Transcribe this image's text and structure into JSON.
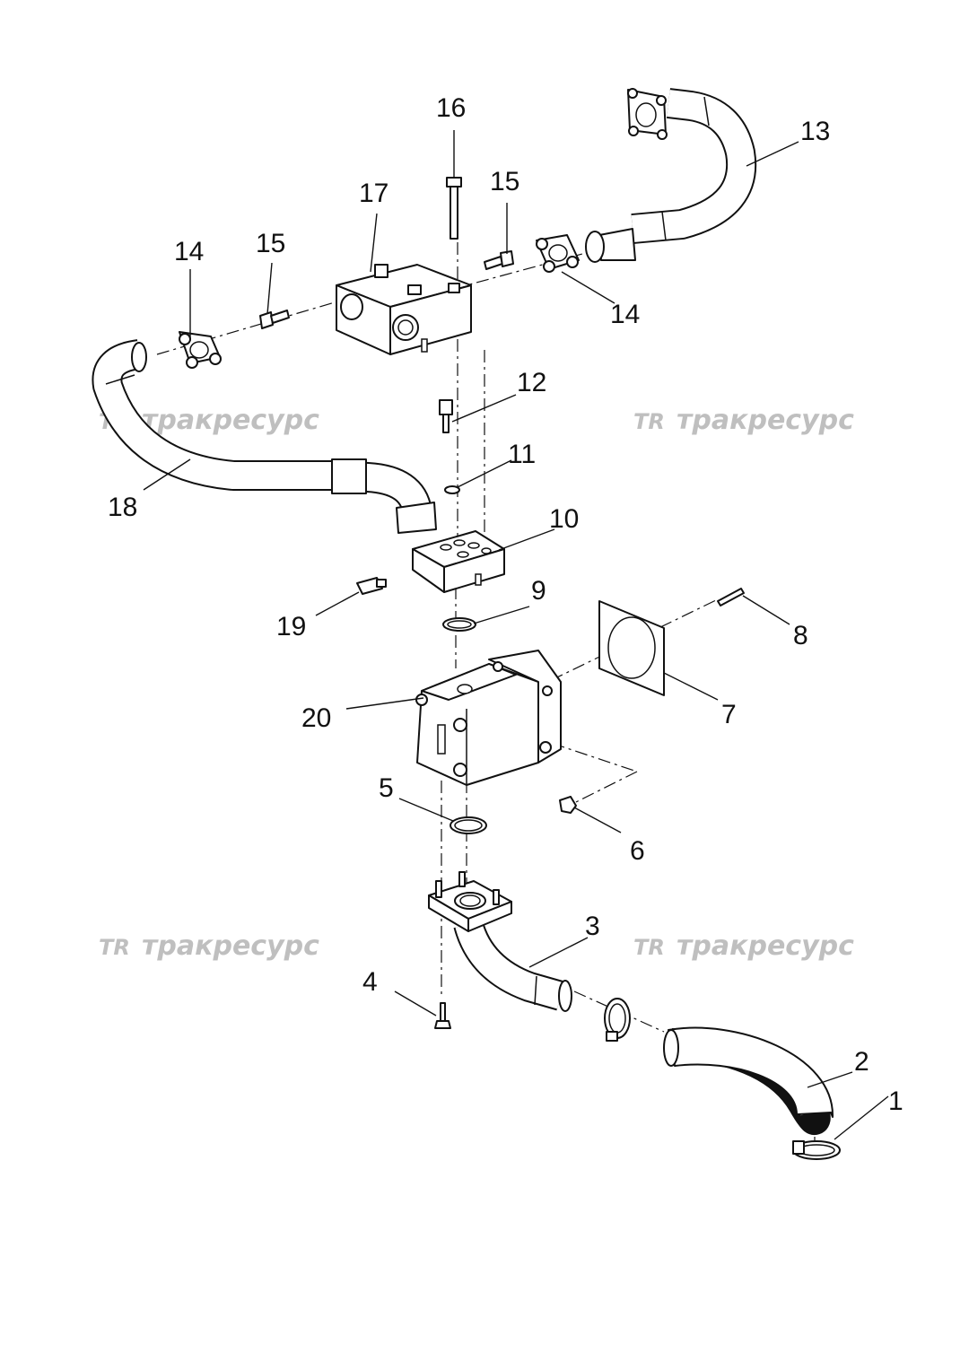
{
  "watermarks": [
    {
      "logo": "TR",
      "text": "тракресурс"
    },
    {
      "logo": "TR",
      "text": "тракресурс"
    },
    {
      "logo": "TR",
      "text": "тракресурс"
    },
    {
      "logo": "TR",
      "text": "тракресурс"
    }
  ],
  "callouts": {
    "p1": "1",
    "p2": "2",
    "p3": "3",
    "p4": "4",
    "p5": "5",
    "p6": "6",
    "p7": "7",
    "p8": "8",
    "p9": "9",
    "p10": "10",
    "p11": "11",
    "p12": "12",
    "p13": "13",
    "p14a": "14",
    "p14b": "14",
    "p15a": "15",
    "p15b": "15",
    "p16": "16",
    "p17": "17",
    "p18": "18",
    "p19": "19",
    "p20": "20"
  },
  "colors": {
    "line": "#111111",
    "watermark": "#bfbfbf",
    "background": "#ffffff"
  }
}
